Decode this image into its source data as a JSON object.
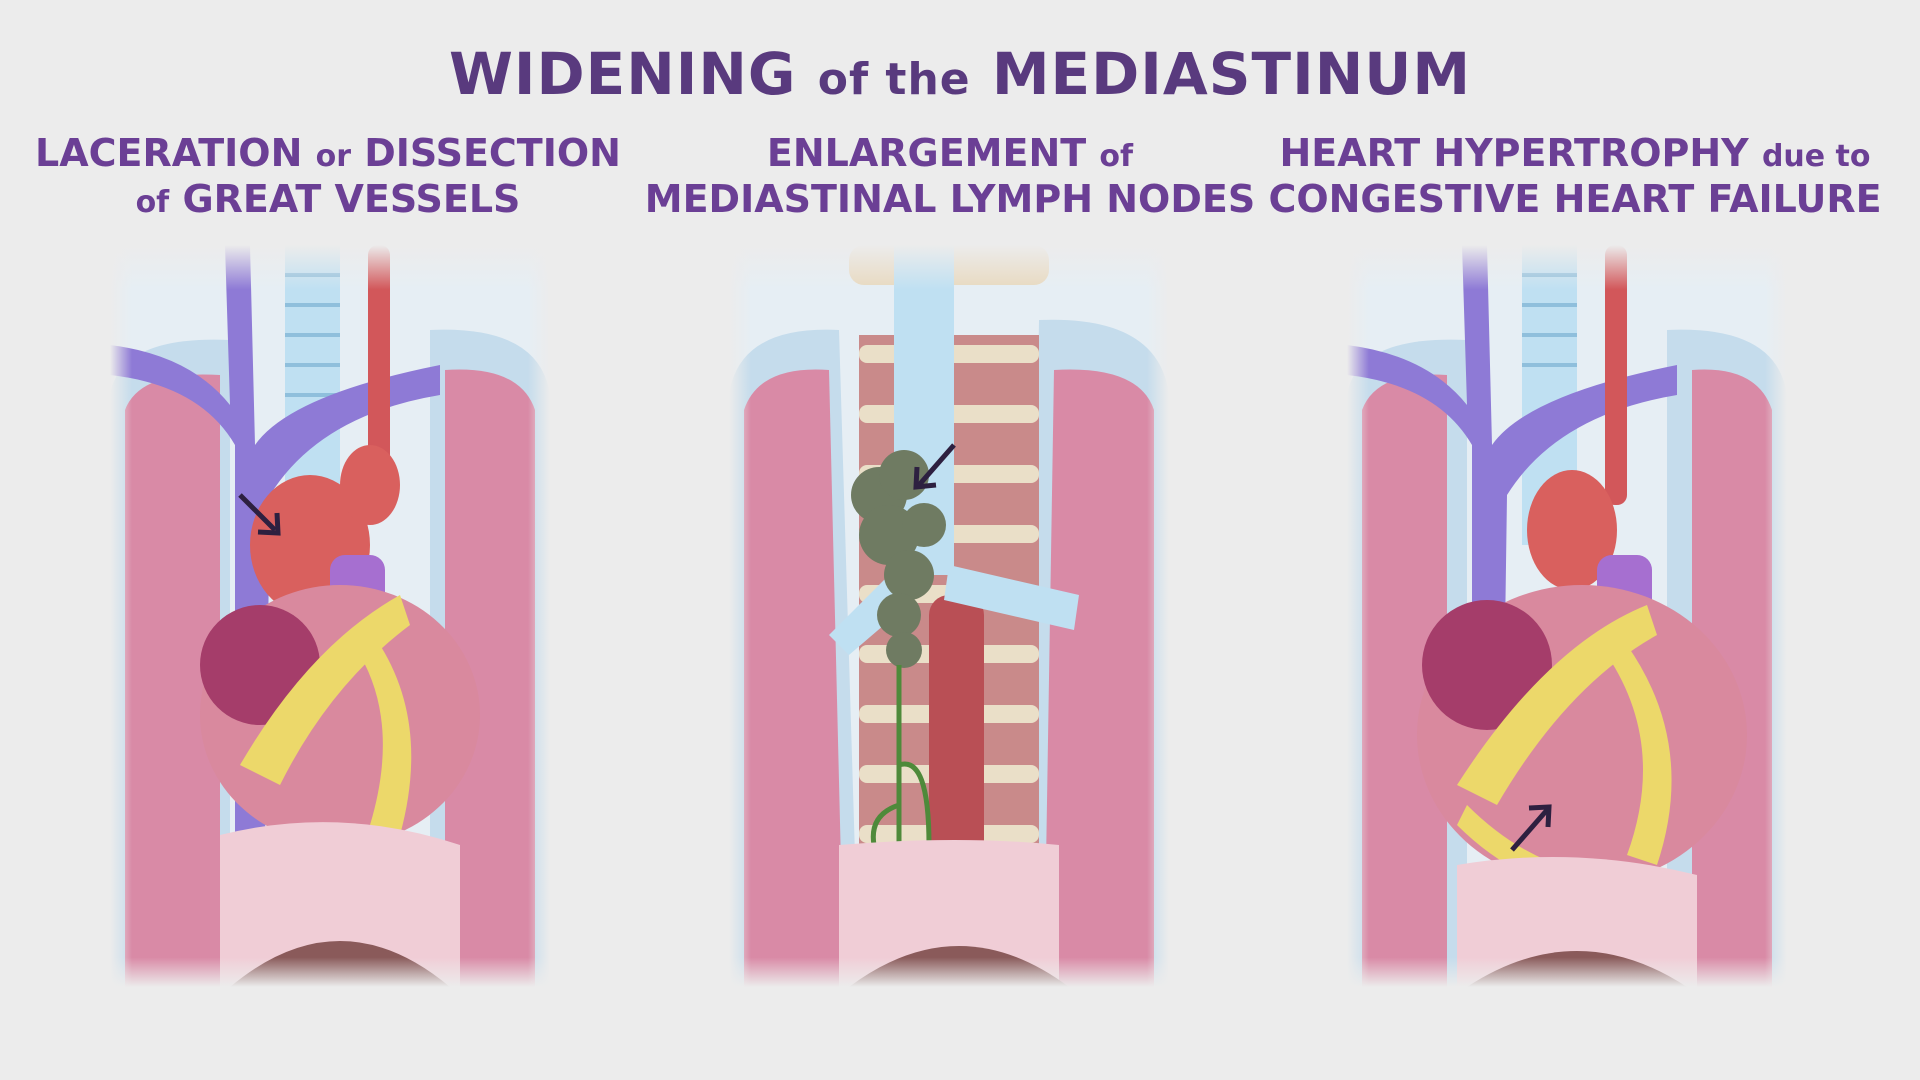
{
  "title": {
    "part1": "WIDENING",
    "part2": "of the",
    "part3": "MEDIASTINUM"
  },
  "panels": [
    {
      "line1a": "LACERATION",
      "line1b": "or",
      "line1c": "DISSECTION",
      "line2a": "of",
      "line2b": "GREAT VESSELS"
    },
    {
      "line1a": "ENLARGEMENT",
      "line1b": "of",
      "line2": "MEDIASTINAL LYMPH NODES"
    },
    {
      "line1a": "HEART HYPERTROPHY",
      "line1b": "due to",
      "line2": "CONGESTIVE HEART FAILURE"
    }
  ],
  "colors": {
    "title": "#593a7e",
    "subtitle": "#6b3f95",
    "background": "#ececec",
    "vein": "#8e7ad6",
    "artery": "#d2575a",
    "lung": "#d98aa6",
    "fat": "#ecd86a",
    "lymph": "#6f7b62"
  }
}
